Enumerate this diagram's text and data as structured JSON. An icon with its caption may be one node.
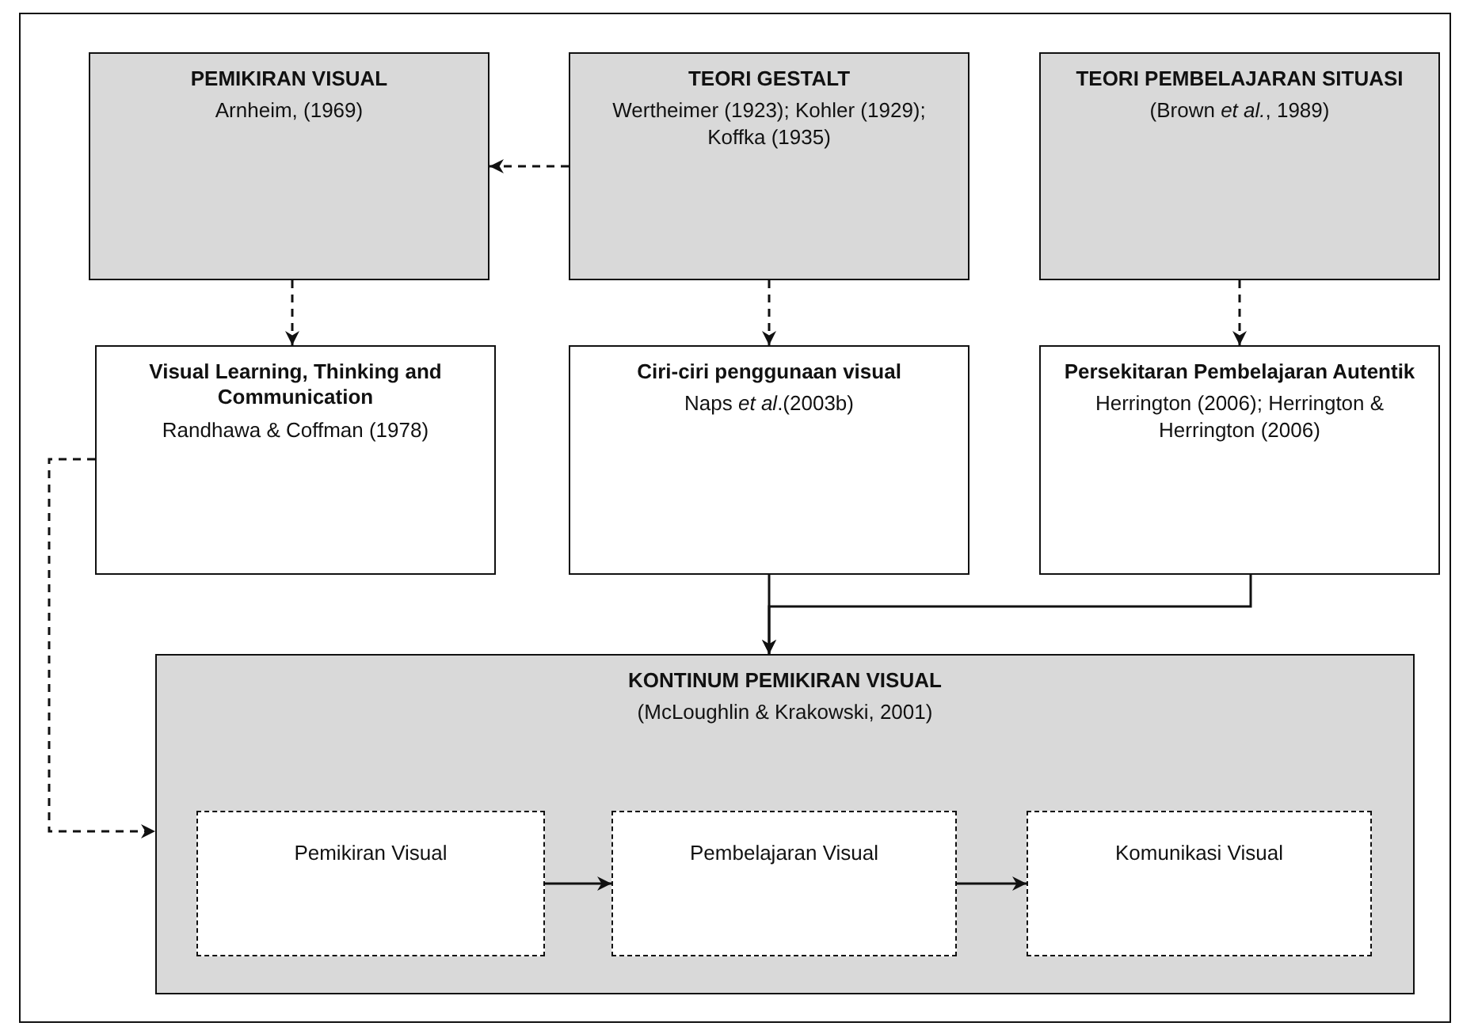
{
  "diagram": {
    "nodes": [
      {
        "text": [
          "PEMIKIRAN VISUAL",
          "Arnheim, (1969)"
        ]
      },
      {
        "text": [
          "TEORI GESTALT",
          "Wertheimer (1923); Kohler (1929); Koffka (1935)"
        ]
      },
      {
        "text": [
          "TEORI PEMBELAJARAN SITUASI",
          "(Brown *et al.*, 1989)"
        ]
      },
      {
        "text": [
          "Visual Learning, Thinking and Communication",
          "Randhawa & Coffman (1978)"
        ]
      },
      {
        "text": [
          "Ciri-ciri penggunaan visual",
          "Naps *et al*.(2003b)"
        ]
      },
      {
        "text": [
          "Persekitaran Pembelajaran Autentik",
          "Herrington (2006); Herrington & Herrington (2006)"
        ]
      },
      {
        "text": [
          "KONTINUM PEMIKIRAN VISUAL",
          "(McLoughlin & Krakowski, 2001)"
        ]
      },
      {
        "text": [
          "Pemikiran Visual"
        ],
        "in": 6
      },
      {
        "text": [
          "Pembelajaran Visual"
        ],
        "in": 6
      },
      {
        "text": [
          "Komunikasi Visual"
        ],
        "in": 6
      }
    ],
    "edges": [
      {
        "from": 1,
        "to": 0,
        "arrow": "to",
        "style": "dashed"
      },
      {
        "from": 0,
        "to": 3,
        "arrow": "to",
        "style": "dashed"
      },
      {
        "from": 1,
        "to": 4,
        "arrow": "to",
        "style": "dashed"
      },
      {
        "from": 2,
        "to": 5,
        "arrow": "to",
        "style": "dashed"
      },
      {
        "from": 4,
        "to": 6,
        "arrow": "to"
      },
      {
        "from": 5,
        "to": 6,
        "arrow": "to"
      },
      {
        "from": 3,
        "to": 6,
        "arrow": "to",
        "style": "dashed"
      },
      {
        "from": 7,
        "to": 8,
        "arrow": "to"
      },
      {
        "from": 8,
        "to": 9,
        "arrow": "to"
      }
    ]
  }
}
